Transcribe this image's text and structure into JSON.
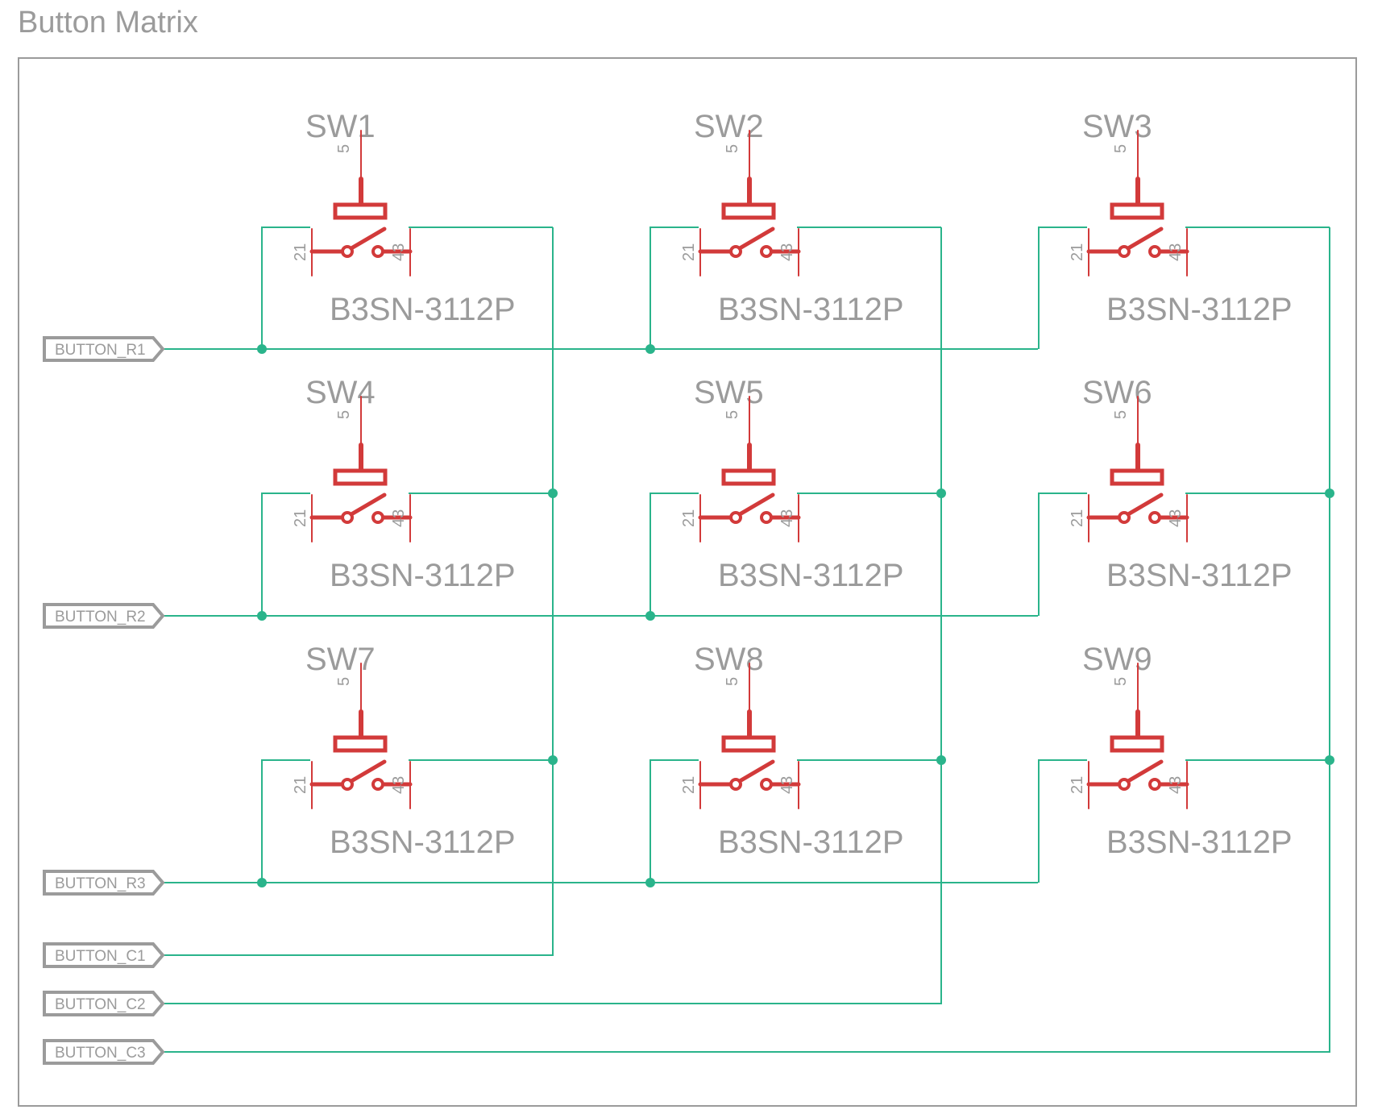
{
  "title": "Button Matrix",
  "colors": {
    "wire": "#2ab48b",
    "symbol": "#d23a3a",
    "text": "#9b9b9b",
    "frame": "#9b9b9b"
  },
  "switches": [
    {
      "ref": "SW1",
      "value": "B3SN-3112P",
      "pin_top": "5",
      "pin_left": "21",
      "pin_right": "43"
    },
    {
      "ref": "SW2",
      "value": "B3SN-3112P",
      "pin_top": "5",
      "pin_left": "21",
      "pin_right": "43"
    },
    {
      "ref": "SW3",
      "value": "B3SN-3112P",
      "pin_top": "5",
      "pin_left": "21",
      "pin_right": "43"
    },
    {
      "ref": "SW4",
      "value": "B3SN-3112P",
      "pin_top": "5",
      "pin_left": "21",
      "pin_right": "43"
    },
    {
      "ref": "SW5",
      "value": "B3SN-3112P",
      "pin_top": "5",
      "pin_left": "21",
      "pin_right": "43"
    },
    {
      "ref": "SW6",
      "value": "B3SN-3112P",
      "pin_top": "5",
      "pin_left": "21",
      "pin_right": "43"
    },
    {
      "ref": "SW7",
      "value": "B3SN-3112P",
      "pin_top": "5",
      "pin_left": "21",
      "pin_right": "43"
    },
    {
      "ref": "SW8",
      "value": "B3SN-3112P",
      "pin_top": "5",
      "pin_left": "21",
      "pin_right": "43"
    },
    {
      "ref": "SW9",
      "value": "B3SN-3112P",
      "pin_top": "5",
      "pin_left": "21",
      "pin_right": "43"
    }
  ],
  "ports": {
    "rows": [
      "BUTTON_R1",
      "BUTTON_R2",
      "BUTTON_R3"
    ],
    "cols": [
      "BUTTON_C1",
      "BUTTON_C2",
      "BUTTON_C3"
    ]
  }
}
